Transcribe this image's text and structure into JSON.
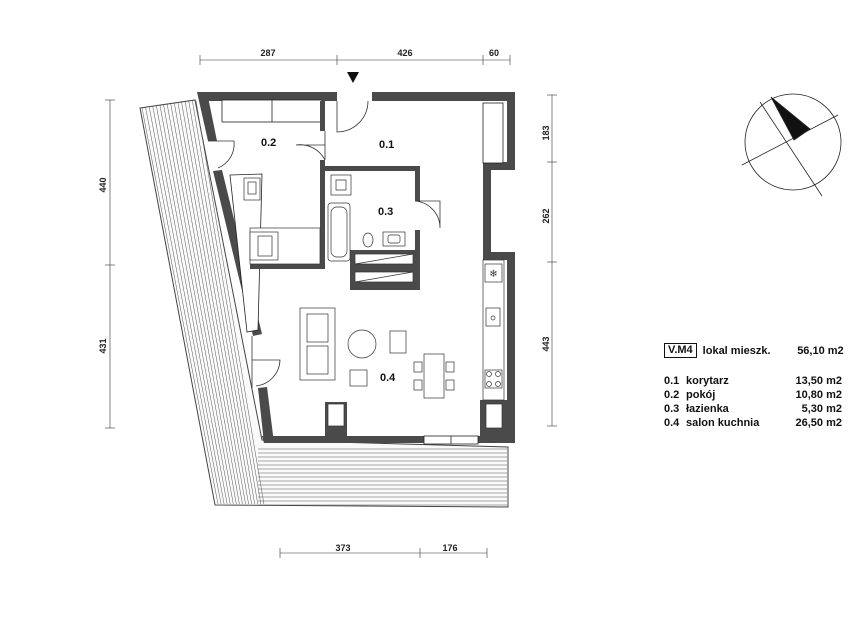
{
  "dimensions": {
    "top": [
      "287",
      "426",
      "60"
    ],
    "bottom": [
      "373",
      "176"
    ],
    "left": [
      "440",
      "431"
    ],
    "right": [
      "183",
      "262",
      "443"
    ]
  },
  "rooms": [
    {
      "code": "0.1",
      "name": "korytarz",
      "area": "13,50 m2"
    },
    {
      "code": "0.2",
      "name": "pokój",
      "area": "10,80 m2"
    },
    {
      "code": "0.3",
      "name": "łazienka",
      "area": "5,30 m2"
    },
    {
      "code": "0.4",
      "name": "salon kuchnia",
      "area": "26,50 m2"
    }
  ],
  "summary": {
    "unit": "V.M4",
    "label": "lokal mieszk.",
    "total": "56,10 m2"
  },
  "colors": {
    "wall": "#4a4a4a",
    "line": "#222222",
    "background": "#ffffff"
  },
  "icons": [
    "compass-icon",
    "entrance-arrow-icon",
    "fridge-icon",
    "sink-icon",
    "stove-icon"
  ]
}
